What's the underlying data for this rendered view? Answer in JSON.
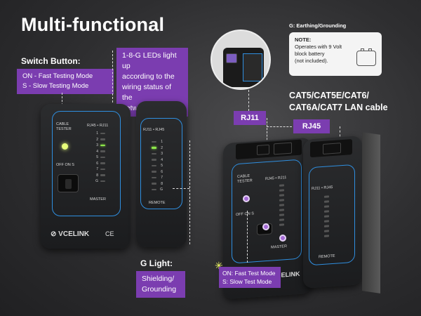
{
  "title": "Multi-functional",
  "switch_button": {
    "heading": "Switch Button:",
    "line1": "ON - Fast Testing Mode",
    "line2": "S - Slow Testing Mode"
  },
  "leds_note": {
    "line1": "1-8-G LEDs light up",
    "line2": "according to the",
    "line3": "wiring status of the",
    "line4": "network cable"
  },
  "g_light": {
    "heading": "G Light:",
    "line1": "Shielding/",
    "line2": "Grounding"
  },
  "earthing": "G: Earthing/Grounding",
  "note_card": {
    "heading": "NOTE:",
    "line1": "Operates with 9 Volt",
    "line2": "block battery",
    "line3": "(not included)."
  },
  "rj11_tag": "RJ11",
  "rj45_tag": "RJ45",
  "cable_types": {
    "line1": "CAT5/CAT5E/CAT6/",
    "line2": "CAT6A/CAT7 LAN cable"
  },
  "mode_box": {
    "line1": "ON: Fast Test Mode",
    "line2": "S: Slow Test Mode"
  },
  "left_master": {
    "cable_tester": "CABLE TESTER",
    "ports": "RJ45 • RJ11",
    "switch": "OFF ON S",
    "name": "MASTER",
    "brand": "VCELINK",
    "led_labels": [
      "1",
      "2",
      "3",
      "4",
      "5",
      "6",
      "7",
      "8",
      "G"
    ]
  },
  "left_remote": {
    "ports": "RJ11 • RJ45",
    "name": "REMOTE",
    "led_labels": [
      "1",
      "2",
      "3",
      "4",
      "5",
      "6",
      "7",
      "8",
      "G"
    ]
  },
  "right_master": {
    "cable_tester": "CABLE TESTER",
    "ports": "RJ45 • RJ11",
    "switch": "OFF ON S",
    "name": "MASTER",
    "brand": "VCELINK"
  },
  "right_remote": {
    "ports": "RJ11 • RJ45",
    "name": "REMOTE"
  },
  "colors": {
    "accent_purple": "#7b3db0",
    "led_green": "#8ee84a",
    "device_blue": "#2f8fe0"
  }
}
